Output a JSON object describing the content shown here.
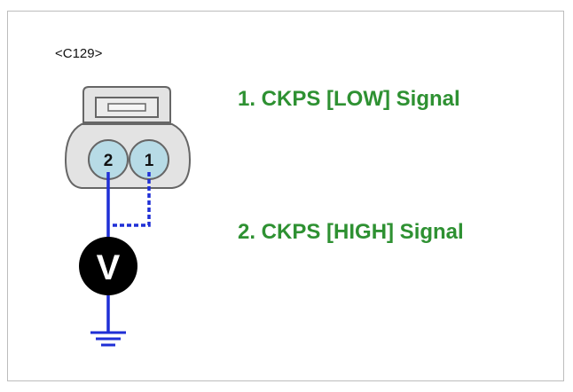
{
  "connector": {
    "id": "<C129>",
    "pins": [
      {
        "number": "2"
      },
      {
        "number": "1"
      }
    ]
  },
  "signals": [
    {
      "label": "1. CKPS [LOW] Signal"
    },
    {
      "label": "2. CKPS [HIGH] Signal"
    }
  ],
  "meter": {
    "letter": "V",
    "icon": "voltmeter-icon"
  },
  "ground": {
    "icon": "ground-icon"
  },
  "colors": {
    "signal_text": "#2e9132",
    "wire": "#1f2fd6",
    "pin_fill": "#b7dbe6",
    "connector_fill": "#e3e3e3",
    "connector_stroke": "#666666",
    "meter_fill": "#000000"
  }
}
